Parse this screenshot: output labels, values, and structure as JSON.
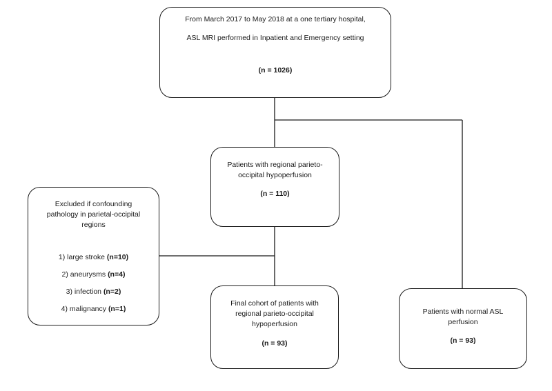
{
  "top_box": {
    "line1": "From March 2017 to May 2018 at a one tertiary hospital,",
    "line2": "ASL MRI performed in Inpatient and Emergency setting",
    "count": "(n = 1026)"
  },
  "regional_box": {
    "line1": "Patients with regional parieto-",
    "line2": "occipital hypoperfusion",
    "count": "(n = 110)"
  },
  "excluded_box": {
    "line1": "Excluded if confounding",
    "line2": "pathology in parietal-occipital",
    "line3": "regions",
    "items": [
      {
        "label": "1) large stroke ",
        "count": "(n=10)"
      },
      {
        "label": "2) aneurysms ",
        "count": "(n=4)"
      },
      {
        "label": "3) infection ",
        "count": "(n=2)"
      },
      {
        "label": "4) malignancy ",
        "count": "(n=1)"
      }
    ]
  },
  "final_box": {
    "line1": "Final cohort of patients with",
    "line2": "regional parieto-occipital",
    "line3": "hypoperfusion",
    "count": "(n = 93)"
  },
  "normal_box": {
    "line1": "Patients with normal ASL",
    "line2": "perfusion",
    "count": "(n = 93)"
  }
}
